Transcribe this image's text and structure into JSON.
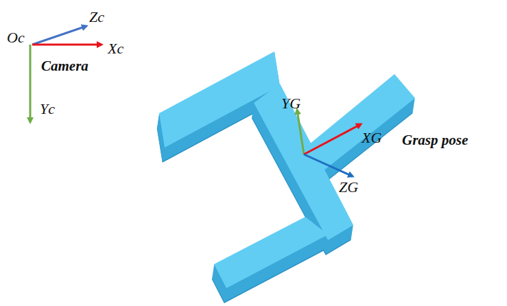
{
  "diagram": {
    "labels": [
      "Oc",
      "Zc",
      "Xc",
      "Camera",
      "Yc",
      "YG",
      "XG",
      "Grasp pose",
      "ZG"
    ]
  }
}
